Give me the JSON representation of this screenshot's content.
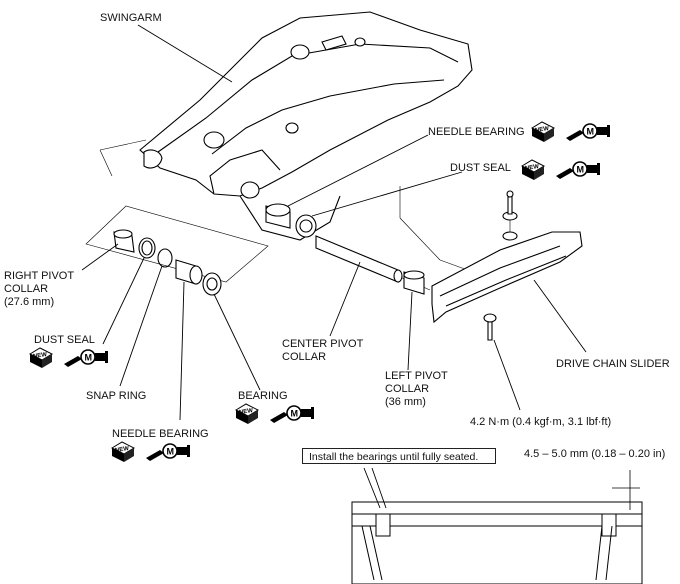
{
  "labels": {
    "swingarm": "SWINGARM",
    "needle_bearing_top": "NEEDLE BEARING",
    "dust_seal_top": "DUST SEAL",
    "right_pivot_collar": "RIGHT PIVOT\nCOLLAR\n(27.6 mm)",
    "dust_seal_left": "DUST SEAL",
    "snap_ring": "SNAP RING",
    "bearing": "BEARING",
    "needle_bearing_bottom": "NEEDLE BEARING",
    "center_pivot_collar": "CENTER PIVOT\nCOLLAR",
    "left_pivot_collar": "LEFT PIVOT\nCOLLAR\n(36 mm)",
    "drive_chain_slider": "DRIVE CHAIN SLIDER",
    "torque": "4.2 N·m (0.4 kgf·m, 3.1 lbf·ft)",
    "install_note": "Install the bearings until fully seated.",
    "depth_spec": "4.5 – 5.0 mm (0.18 – 0.20 in)"
  },
  "icons": {
    "new_badge": "NEW",
    "moly_badge": "M"
  }
}
